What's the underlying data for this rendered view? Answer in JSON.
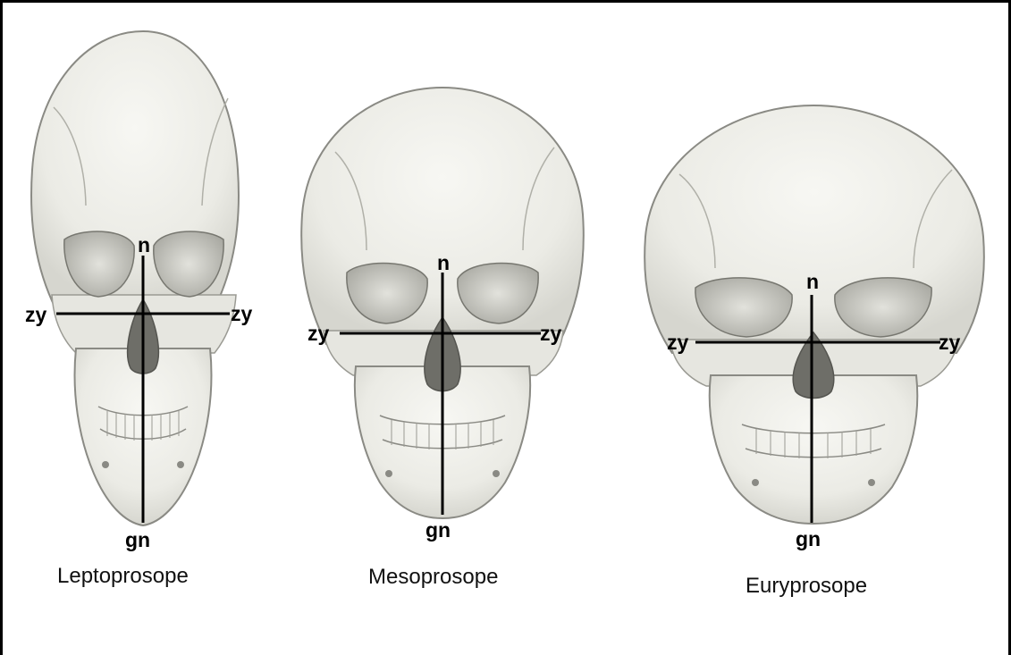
{
  "figure": {
    "skulls": [
      {
        "id": "leptoprosope",
        "caption": "Leptoprosope",
        "labels": {
          "top": "n",
          "bottom": "gn",
          "left": "zy",
          "right": "zy"
        }
      },
      {
        "id": "mesoprosope",
        "caption": "Mesoprosope",
        "labels": {
          "top": "n",
          "bottom": "gn",
          "left": "zy",
          "right": "zy"
        }
      },
      {
        "id": "euryprosope",
        "caption": "Euryprosope",
        "labels": {
          "top": "n",
          "bottom": "gn",
          "left": "zy",
          "right": "zy"
        }
      }
    ],
    "colors": {
      "bone": "#efefea",
      "bone_shade": "#cfcfc8",
      "outline": "#8a8a84",
      "cavity": "#6e6e68",
      "measure_line": "#000000",
      "frame": "#000000"
    }
  }
}
